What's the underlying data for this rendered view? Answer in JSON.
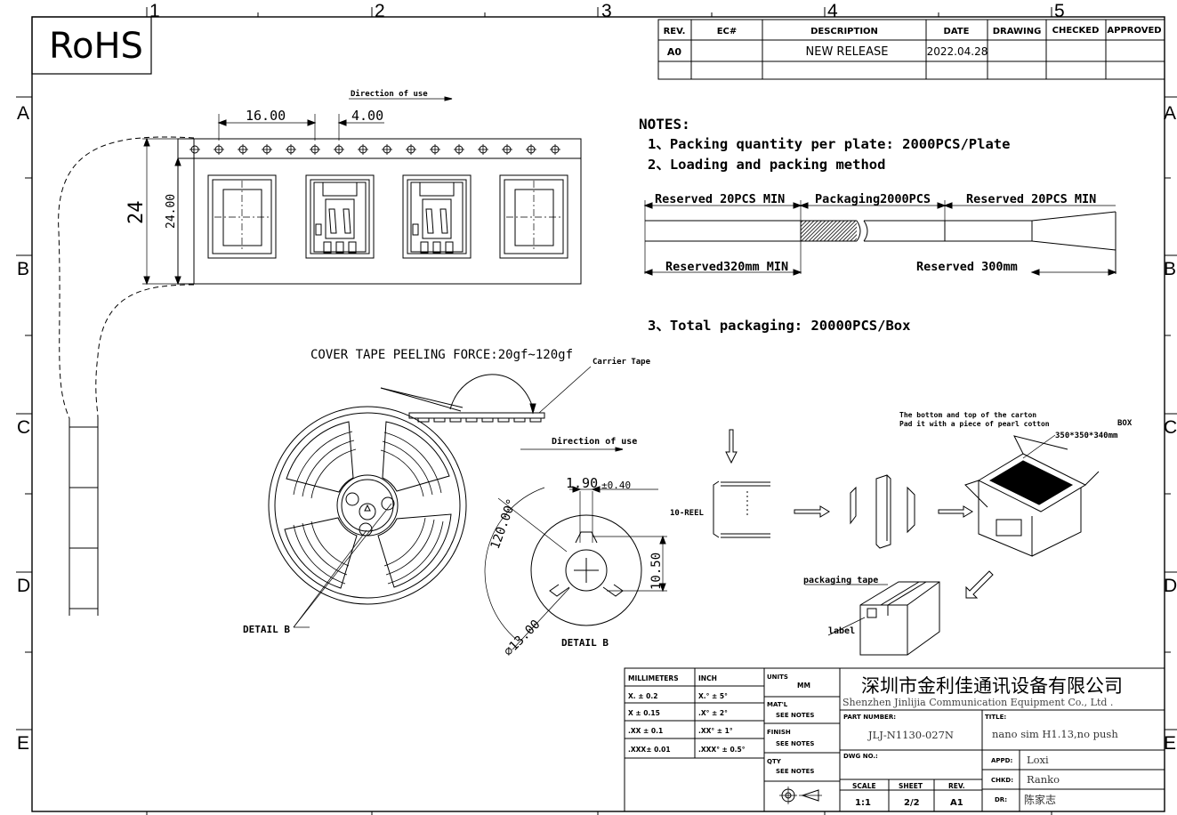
{
  "frame": {
    "top_zones": [
      "1",
      "2",
      "3",
      "4",
      "5"
    ],
    "side_zones": [
      "A",
      "B",
      "C",
      "D",
      "E"
    ]
  },
  "rohs": "RoHS",
  "revision_table": {
    "headers": [
      "REV.",
      "EC#",
      "DESCRIPTION",
      "DATE",
      "DRAWING",
      "CHECKED",
      "APPROVED"
    ],
    "rows": [
      [
        "A0",
        "",
        "NEW RELEASE",
        "2022.04.28",
        "",
        "",
        ""
      ]
    ]
  },
  "tape": {
    "direction": "Direction of use",
    "pitch": "16.00",
    "hole_pitch": "4.00",
    "width_outer": "24",
    "width_inner": "24.00"
  },
  "notes": {
    "title": "NOTES:",
    "n1": "1、Packing quantity per plate: 2000PCS/Plate",
    "n2": "2、Loading and packing method",
    "n3": "3、Total packaging: 20000PCS/Box",
    "reserved_left": "Reserved 20PCS MIN",
    "packaging": "Packaging2000PCS",
    "reserved_right": "Reserved 20PCS MIN",
    "reserved_320": "Reserved320mm MIN",
    "reserved_300": "Reserved 300mm"
  },
  "reel": {
    "peel_force": "COVER TAPE PEELING FORCE:20gf~120gf",
    "carrier_tape": "Carrier Tape",
    "direction": "Direction of use",
    "detail_b": "DETAIL B",
    "detail_b2": "DETAIL B",
    "dim_190": "1.90",
    "dim_tol": "±0.40",
    "dim_angle": "120.00°",
    "dim_1050": "10.50",
    "dim_13": "⌀13.00"
  },
  "packing_flow": {
    "reel_label": "10-REEL",
    "carton_note1": "The bottom and top of the carton",
    "carton_note2": "Pad it with a piece of pearl cotton",
    "box": "BOX",
    "box_size": "350*350*340mm",
    "packaging_tape": "packaging tape",
    "label": "label"
  },
  "title_block": {
    "tol_headers": [
      "MILLIMETERS",
      "INCH"
    ],
    "tol_rows": [
      [
        "X. ± 0.2",
        "X.° ± 5°"
      ],
      [
        "X ± 0.15",
        ".X° ± 2°"
      ],
      [
        ".XX ± 0.1",
        ".XX° ± 1°"
      ],
      [
        ".XXX± 0.01",
        ".XXX° ± 0.5°"
      ]
    ],
    "units_label": "UNITS",
    "units_value": "MM",
    "matl_label": "MAT'L",
    "matl_value": "SEE NOTES",
    "finish_label": "FINISH",
    "finish_value": "SEE NOTES",
    "qty_label": "QTY",
    "qty_value": "SEE NOTES",
    "company_cn": "深圳市金利佳通讯设备有限公司",
    "company_en": "Shenzhen Jinlijia Communication Equipment Co., Ltd .",
    "part_number_label": "PART NUMBER:",
    "part_number": "JLJ-N1130-027N",
    "title_label": "TITLE:",
    "title": "nano sim H1.13,no push",
    "dwg_no_label": "DWG NO.:",
    "appd_label": "APPD:",
    "appd": "Loxi",
    "chkd_label": "CHKD:",
    "chkd": "Ranko",
    "dr_label": "DR:",
    "dr": "陈家志",
    "scale_label": "SCALE",
    "scale": "1:1",
    "sheet_label": "SHEET",
    "sheet": "2/2",
    "rev_label": "REV.",
    "rev": "A1"
  }
}
